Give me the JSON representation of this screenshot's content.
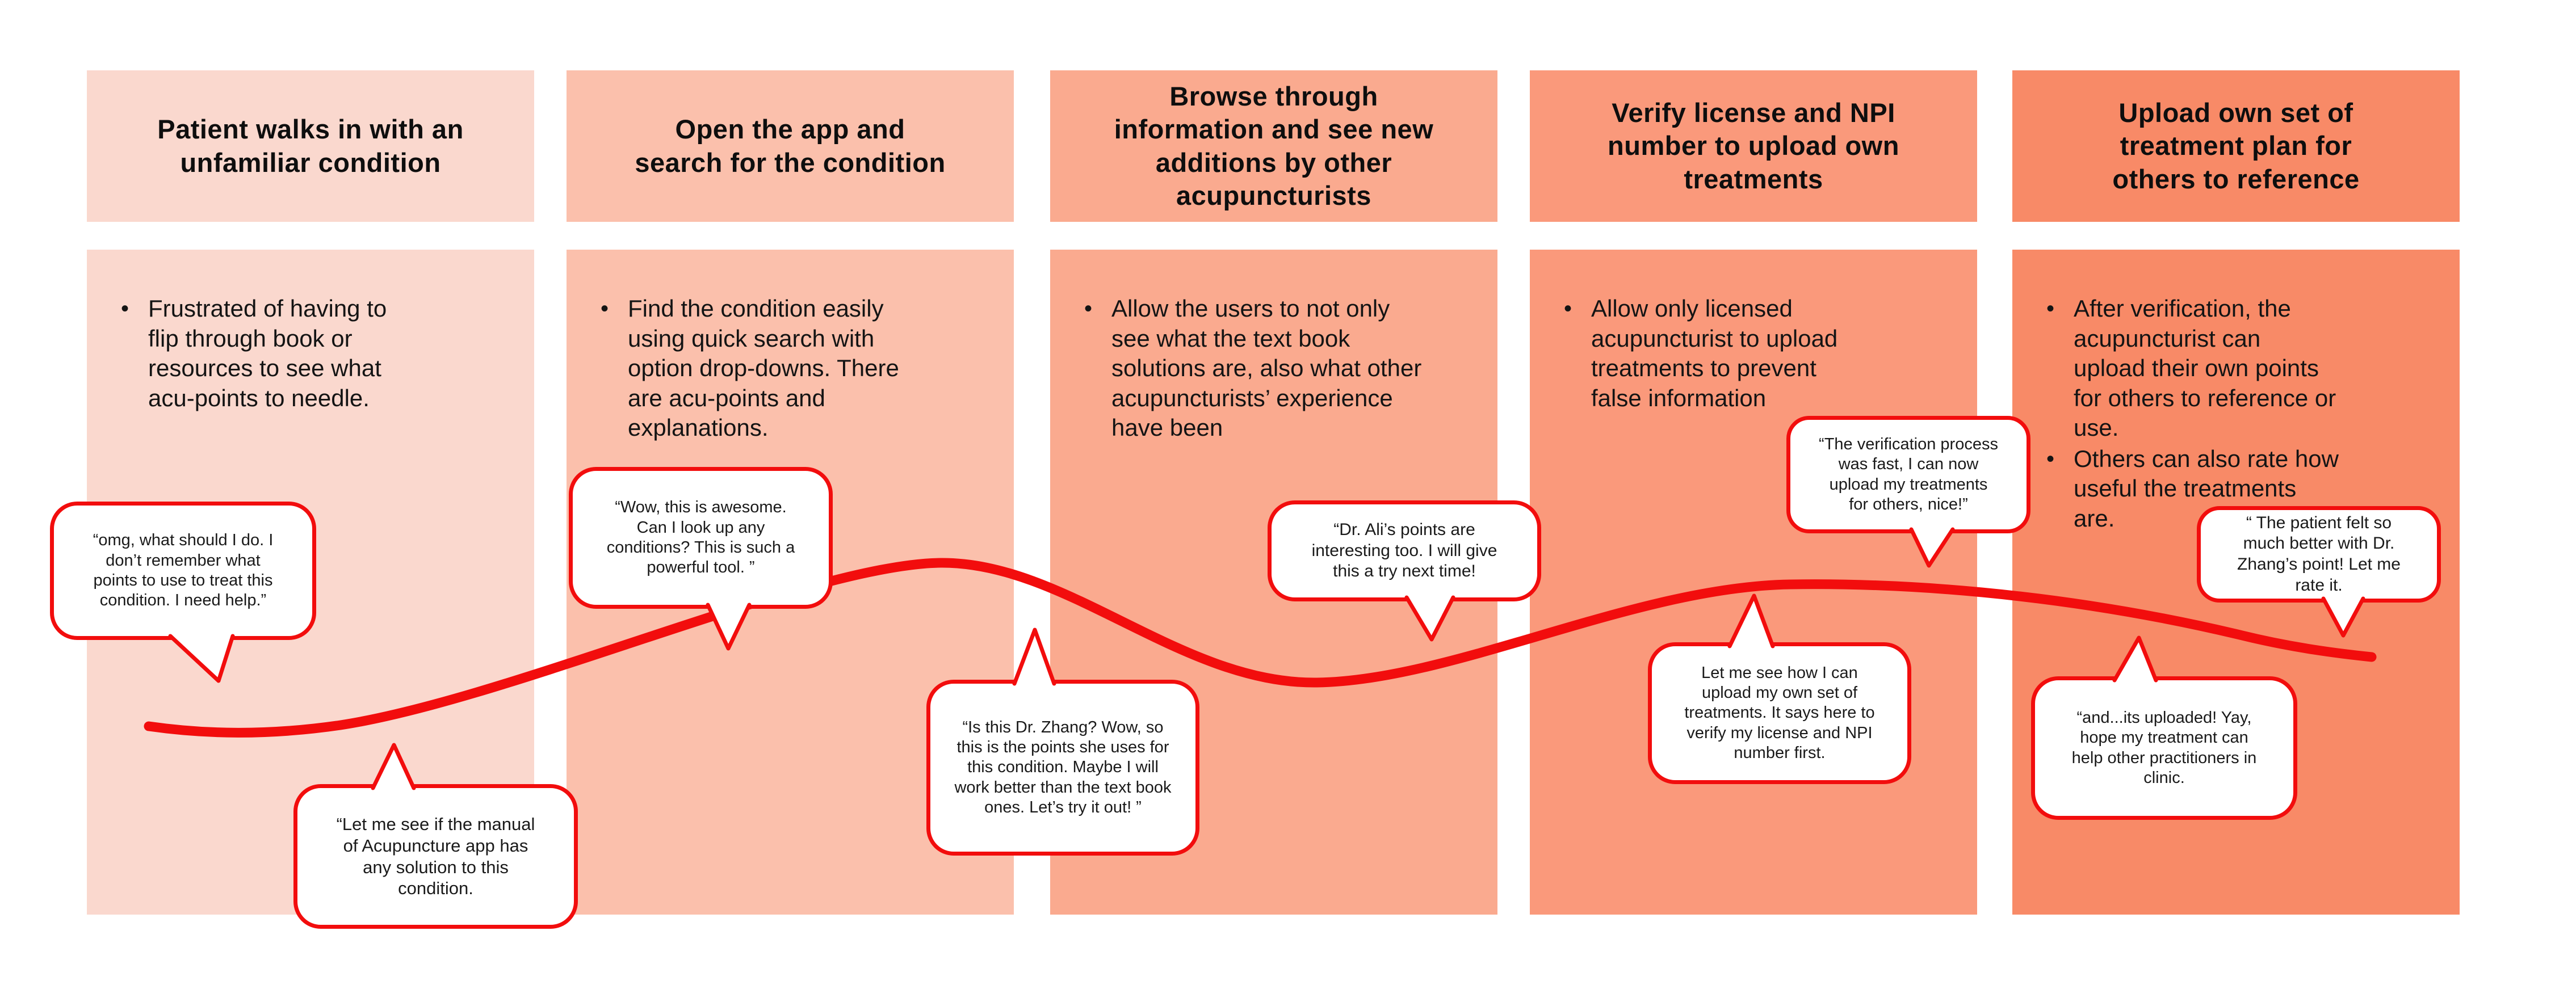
{
  "diagram": {
    "kind": "user-journey-map",
    "background": "#ffffff"
  },
  "colors": {
    "red": "#f20d0d",
    "text": "#141414"
  },
  "journey_line": {
    "color": "#f20d0d"
  },
  "columns": [
    {
      "title": "Patient walks in with an\nunfamiliar condition",
      "color": "#fad8ce",
      "bullets": [
        "Frustrated of having to\nflip through book or\nresources to see what\nacu-points to needle."
      ]
    },
    {
      "title": "Open the app and\nsearch for the condition",
      "color": "#fbc0ac",
      "bullets": [
        "Find the condition easily\nusing quick search with\noption drop-downs. There\nare acu-points and\nexplanations."
      ]
    },
    {
      "title": "Browse through\ninformation and see new\nadditions by other\nacupuncturists",
      "color": "#faaa8f",
      "bullets": [
        "Allow the users to not only\nsee what the text book\nsolutions are, also what other\nacupuncturists’ experience\nhave been"
      ]
    },
    {
      "title": "Verify license and NPI\nnumber to upload own\ntreatments",
      "color": "#fa997b",
      "bullets": [
        "Allow only licensed\nacupuncturist to upload\ntreatments to prevent\nfalse information"
      ]
    },
    {
      "title": "Upload own set of\ntreatment plan for\nothers to reference",
      "color": "#f88a67",
      "bullets": [
        "After verification, the\nacupuncturist can\nupload their own points\nfor others to reference or\nuse.",
        "Others can also rate how\nuseful the treatments\nare."
      ]
    }
  ],
  "bubbles": [
    {
      "text": "“omg, what should I do. I\ndon’t remember what\npoints to use to treat this\ncondition. I need help.”"
    },
    {
      "text": "“Let me see if the manual\nof Acupuncture app has\nany solution to this\ncondition."
    },
    {
      "text": "“Wow, this is awesome.\nCan I look up any\nconditions? This is such a\npowerful tool. ”"
    },
    {
      "text": "“Is this Dr. Zhang? Wow, so\nthis is the points she uses for\nthis condition. Maybe I will\nwork better than the text book\nones. Let’s try it out!  ”"
    },
    {
      "text": "“Dr. Ali’s points are\ninteresting too. I will give\nthis a try next time!"
    },
    {
      "text": "“The verification process\nwas fast, I can now\nupload my treatments\nfor others, nice!”"
    },
    {
      "text": "Let me see how I can\nupload my own set of\ntreatments. It says here to\nverify my license and NPI\nnumber first."
    },
    {
      "text": "“ The patient felt so\nmuch better with Dr.\nZhang’s point! Let me\nrate it."
    },
    {
      "text": "“and...its uploaded! Yay,\nhope my treatment can\nhelp other practitioners in\nclinic."
    }
  ]
}
